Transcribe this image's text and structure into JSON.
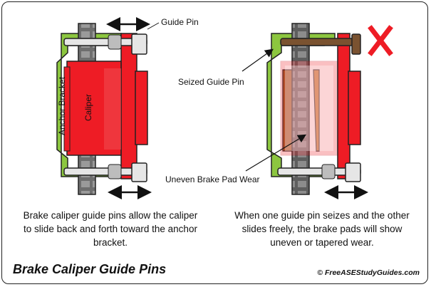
{
  "labels": {
    "guide_pin": "Guide Pin",
    "seized_guide_pin": "Seized Guide Pin",
    "uneven_wear": "Uneven Brake Pad Wear",
    "anchor_bracket": "Anchor Bracket",
    "caliper": "Caliper"
  },
  "captions": {
    "left": "Brake caliper guide pins allow the caliper to slide back and forth toward the anchor bracket.",
    "right": "When one guide pin seizes and the other slides freely, the brake pads will show uneven or tapered wear."
  },
  "title": "Brake Caliper Guide Pins",
  "credit": "© FreeASEStudyGuides.com",
  "colors": {
    "bracket": "#8cc63f",
    "caliper": "#ee1c25",
    "rotor": "#7a7a7a",
    "seized_pin": "#7a5230",
    "pin": "#d8d8d8",
    "x_mark": "#ee1c25",
    "pad_friction": "#c87a2a"
  }
}
